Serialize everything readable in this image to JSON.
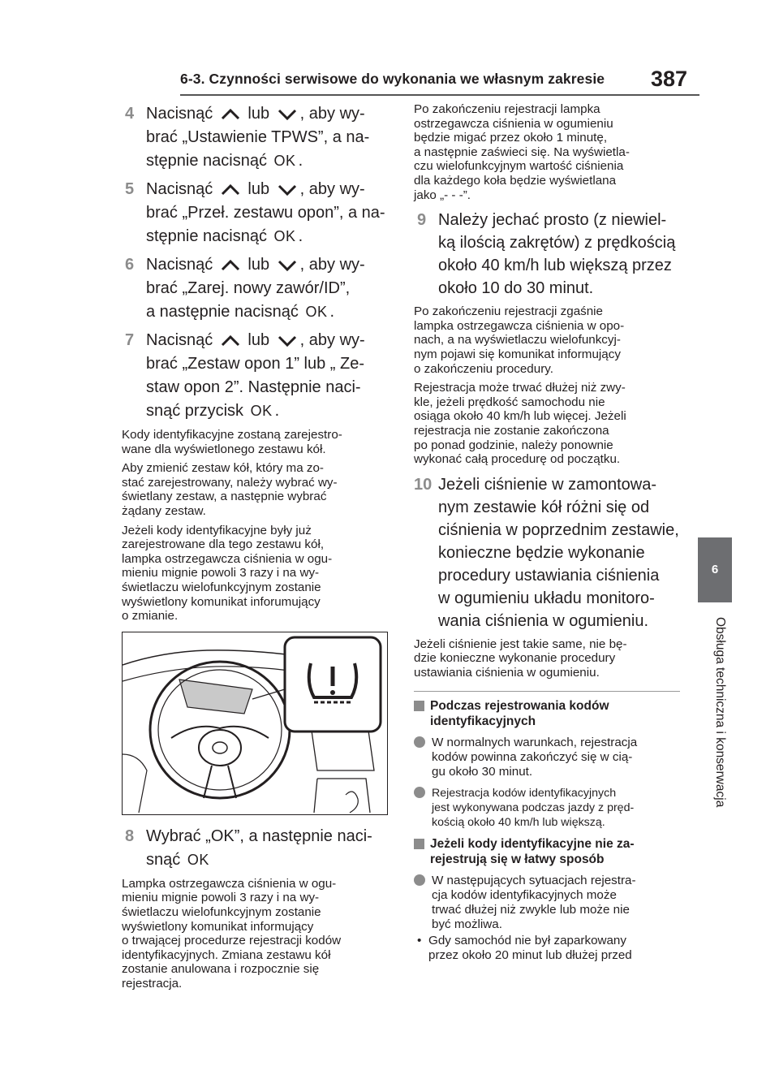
{
  "header": {
    "title": "6-3. Czynności serwisowe do wykonania we własnym zakresie",
    "page_number": "387"
  },
  "side_tab": {
    "chapter": "6",
    "label": "Obsługa techniczna i konserwacja"
  },
  "left": {
    "step4": {
      "num": "4",
      "a": "Nacisnąć",
      "lub": "lub",
      ", aby wy-": ", aby wy-",
      "b": "brać „Ustawienie TPWS”, a na-",
      "c": "stępnie nacisnąć",
      "ok": "OK",
      "end": "."
    },
    "step5": {
      "num": "5",
      "a": "Nacisnąć",
      "lub": "lub",
      "rest": ", aby wy-",
      "b": "brać „Przeł. zestawu opon”, a na-",
      "c": "stępnie nacisnąć",
      "ok": "OK",
      "end": "."
    },
    "step6": {
      "num": "6",
      "a": "Nacisnąć",
      "lub": "lub",
      "rest": ", aby wy-",
      "b": "brać „Zarej. nowy zawór/ID”,",
      "c": "a następnie nacisnąć",
      "ok": "OK",
      "end": "."
    },
    "step7": {
      "num": "7",
      "a": "Nacisnąć",
      "lub": "lub",
      "rest": ", aby wy-",
      "b": "brać „Zestaw opon 1” lub „ Ze-",
      "c": "staw opon 2”. Następnie naci-",
      "d": "snąć przycisk",
      "ok": "OK",
      "end": "."
    },
    "p1": "Kody identyfikacyjne zostaną zarejestro-\nwane dla wyświetlonego zestawu kół.",
    "p2": "Aby zmienić zestaw kół, który ma zo-\nstać zarejestrowany, należy wybrać wy-\nświetlany zestaw, a następnie wybrać\nżądany zestaw.",
    "p3": "Jeżeli kody identyfikacyjne były już\nzarejestrowane dla tego zestawu kół,\nlampka ostrzegawcza ciśnienia w ogu-\nmieniu mignie powoli 3 razy i na wy-\nświetlaczu wielofunkcyjnym zostanie\nwyświetlony komunikat inforumujący\no zmianie.",
    "step8": {
      "num": "8",
      "a": "Wybrać „OK”, a następnie naci-",
      "b": "snąć",
      "ok": "OK"
    },
    "p4": "Lampka ostrzegawcza ciśnienia w ogu-\nmieniu mignie powoli 3 razy i na wy-\nświetlaczu wielofunkcyjnym zostanie\nwyświetlony komunikat informujący\no trwającej procedurze rejestracji kodów\nidentyfikacyjnych. Zmiana zestawu kół\nzostanie anulowana i rozpocznie się\nrejestracja."
  },
  "right": {
    "p1": "Po zakończeniu rejestracji lampka\nostrzegawcza ciśnienia w ogumieniu\nbędzie migać przez około 1 minutę,\na następnie zaświeci się. Na wyświetla-\nczu wielofunkcyjnym wartość ciśnienia\ndla każdego koła będzie wyświetlana\njako „- - -”.",
    "step9": {
      "num": "9",
      "text": "Należy jechać prosto (z niewiel-\nką ilością zakrętów) z prędkością\nokoło 40 km/h lub większą przez\nokoło 10 do 30 minut."
    },
    "p2": "Po zakończeniu rejestracji zgaśnie\nlampka ostrzegawcza ciśnienia w opo-\nnach, a na wyświetlaczu wielofunkcyj-\nnym pojawi się komunikat informujący\no zakończeniu procedury.",
    "p3": "Rejestracja może trwać dłużej niż zwy-\nkle, jeżeli prędkość samochodu nie\nosiąga około 40 km/h lub więcej. Jeżeli\nrejestracja nie zostanie zakończona\npo ponad godzinie, należy ponownie\nwykonać całą procedurę od początku.",
    "step10": {
      "num": "10",
      "text": "Jeżeli ciśnienie w zamontowa-\nnym zestawie kół różni się od\nciśnienia w poprzednim zestawie,\nkonieczne będzie wykonanie\nprocedury ustawiania ciśnienia\nw ogumieniu układu monitoro-\nwania ciśnienia w ogumieniu."
    },
    "p4": "Jeżeli ciśnienie jest takie same, nie bę-\ndzie konieczne wykonanie procedury\nustawiania ciśnienia w ogumieniu.",
    "sub1": "Podczas rejestrowania kodów\nidentyfikacyjnych",
    "b1": "W normalnych warunkach, rejestracja\nkodów powinna zakończyć się w cią-\ngu około 30 minut.",
    "b2": "Rejestracja kodów identyfikacyjnych\njest wykonywana podczas jazdy z pręd-\nkością około 40 km/h lub większą.",
    "sub2": "Jeżeli kody identyfikacyjne nie za-\nrejestrują się w łatwy sposób",
    "b3": "W następujących sytuacjach rejestra-\ncja kodów identyfikacyjnych może\ntrwać dłużej niż zwykle lub może nie\nbyć możliwa.",
    "d1": "Gdy samochód nie był zaparkowany\nprzez około 20 minut lub dłużej przed"
  },
  "colors": {
    "step_number": "#8c8c8c",
    "tab_bg": "#6d6e71"
  }
}
